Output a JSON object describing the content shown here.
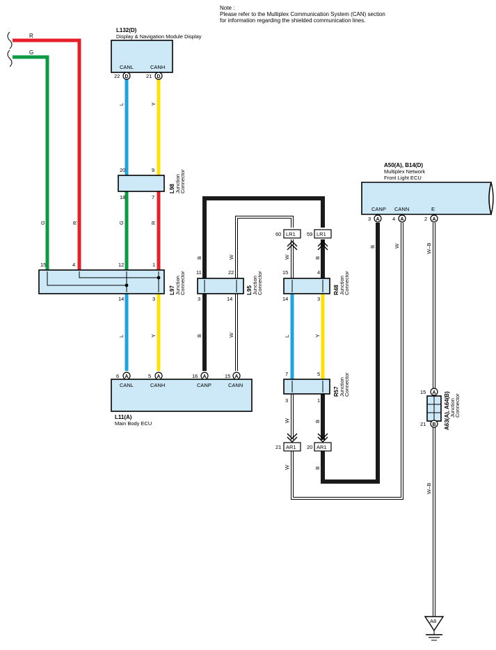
{
  "note": {
    "heading": "Note :",
    "line1": "Please refer to the Multiplex Communication System (CAN) section",
    "line2": "for information regarding the shielded communication lines."
  },
  "components": {
    "l132": {
      "code": "L132(D)",
      "name": "Display & Navigation Module Display",
      "pin_canl": "CANL",
      "pin_canh": "CANH"
    },
    "a50": {
      "code": "A50(A), B14(D)",
      "name_line1": "Multiplex Network",
      "name_line2": "Front Light ECU",
      "pin_canp": "CANP",
      "pin_cann": "CANN",
      "pin_e": "E"
    },
    "l11": {
      "code": "L11(A)",
      "name": "Main Body ECU",
      "pin_canl": "CANL",
      "pin_canh": "CANH",
      "pin_canp": "CANP",
      "pin_cann": "CANN"
    },
    "l98": {
      "code": "L98",
      "line1": "Junction",
      "line2": "Connector"
    },
    "l97": {
      "code": "L97",
      "line1": "Junction",
      "line2": "Connector"
    },
    "l95": {
      "code": "L95",
      "line1": "Junction",
      "line2": "Connector"
    },
    "r48": {
      "code": "R48",
      "line1": "Junction",
      "line2": "Connector"
    },
    "r57": {
      "code": "R57",
      "line1": "Junction",
      "line2": "Connector"
    },
    "a63": {
      "code": "A63(A), A64(B)",
      "line1": "Junction",
      "line2": "Connector"
    }
  },
  "connectors": {
    "lr1": "LR1",
    "ar1": "AR1",
    "ground": "A8",
    "pin_a": "A",
    "pin_b": "B",
    "pin_d": "D"
  },
  "pins": {
    "l132_canl": "22",
    "l132_canh": "21",
    "l98_top_l": "20",
    "l98_top_y": "9",
    "l98_bot_g": "18",
    "l98_bot_r": "7",
    "l97_15": "15",
    "l97_4": "4",
    "l97_12": "12",
    "l97_1": "1",
    "l97_14": "14",
    "l97_3": "3",
    "l95_11": "11",
    "l95_22": "22",
    "l95_3": "3",
    "l95_14": "14",
    "lr1_60": "60",
    "lr1_59": "59",
    "r48_15": "15",
    "r48_4": "4",
    "r48_14": "14",
    "r48_3": "3",
    "a50_3": "3",
    "a50_4": "4",
    "a50_2": "2",
    "l11_6": "6",
    "l11_5": "5",
    "l11_16": "16",
    "l11_15": "15",
    "r57_7": "7",
    "r57_5": "5",
    "r57_3": "3",
    "r57_1": "1",
    "ar1_21": "21",
    "ar1_20": "20",
    "a63_15": "15",
    "a63_21": "21"
  },
  "wire_colors": {
    "red": "R",
    "green": "G",
    "blue": "L",
    "yellow": "Y",
    "black": "B",
    "white": "W",
    "white_black": "W–B"
  },
  "colors": {
    "red": "#e5202a",
    "green": "#0c9a45",
    "blue": "#1ea4e0",
    "yellow": "#ffe100",
    "black": "#1a1a1a",
    "connector_fill": "#cde8f6"
  }
}
